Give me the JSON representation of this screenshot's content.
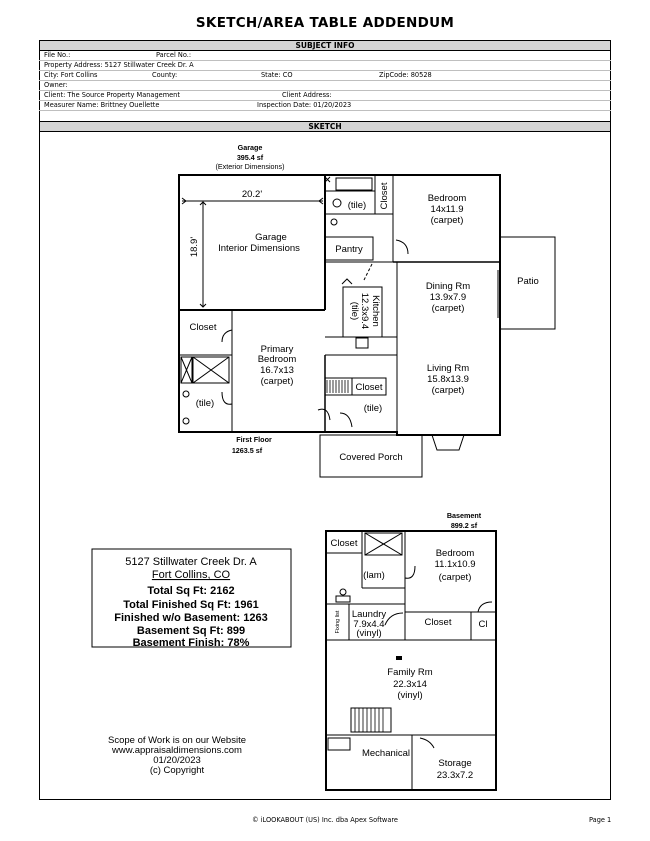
{
  "page_title": "SKETCH/AREA TABLE ADDENDUM",
  "subject_info": {
    "header": "SUBJECT INFO",
    "file_no": "File No.:",
    "parcel_no": "Parcel No.:",
    "property_address": "Property Address: 5127 Stillwater Creek Dr. A",
    "city": "City: Fort Collins",
    "county": "County:",
    "state": "State: CO",
    "zipcode": "ZipCode: 80528",
    "owner": "Owner:",
    "client": "Client: The Source Property Management",
    "client_address": "Client Address:",
    "measurer": "Measurer Name: Brittney Ouellette",
    "inspection_date": "Inspection Date: 01/20/2023"
  },
  "sketch_header": "SKETCH",
  "first_floor": {
    "garage_label": "Garage",
    "garage_area": "395.4 sf",
    "garage_note": "(Exterior Dimensions)",
    "garage_width": "20.2'",
    "garage_depth": "18.9'",
    "garage_name": "Garage",
    "garage_interior": "Interior Dimensions",
    "bedroom": "Bedroom",
    "bedroom_dims": "14x11.9",
    "bedroom_floor": "(carpet)",
    "bath_tile": "(tile)",
    "closet_vertical": "Closet",
    "pantry": "Pantry",
    "patio": "Patio",
    "dining": "Dining Rm",
    "dining_dims": "13.9x7.9",
    "dining_floor": "(carpet)",
    "kitchen": "Kitchen",
    "kitchen_dims": "12.3x9.4",
    "kitchen_floor": "(tile)",
    "closet_primary": "Closet",
    "primary_1": "Primary",
    "primary_2": "Bedroom",
    "primary_dims": "16.7x13",
    "primary_floor": "(carpet)",
    "primary_bath_tile": "(tile)",
    "living": "Living Rm",
    "living_dims": "15.8x13.9",
    "living_floor": "(carpet)",
    "closet_stair": "Closet",
    "entry_tile": "(tile)",
    "covered_porch": "Covered Porch",
    "floor_label": "First Floor",
    "floor_area": "1263.5 sf"
  },
  "basement": {
    "label": "Basement",
    "area": "899.2 sf",
    "closet": "Closet",
    "bath_lam": "(lam)",
    "bedroom": "Bedroom",
    "bedroom_dims": "11.1x10.9",
    "bedroom_floor": "(carpet)",
    "laundry": "Laundry",
    "laundry_dims": "7.9x4.4",
    "laundry_floor": "(vinyl)",
    "fixing_list": "Fixing list",
    "closet2": "Closet",
    "cl": "Cl",
    "family": "Family Rm",
    "family_dims": "22.3x14",
    "family_floor": "(vinyl)",
    "mechanical": "Mechanical",
    "storage": "Storage",
    "storage_dims": "23.3x7.2"
  },
  "summary": {
    "address_line1": "5127 Stillwater Creek Dr. A",
    "address_line2": "Fort Collins, CO",
    "total_sqft": "Total Sq Ft:  2162",
    "total_finished": "Total Finished Sq Ft:  1961",
    "finished_wo_basement": "Finished w/o Basement:  1263",
    "basement_sqft": "Basement Sq Ft:  899",
    "basement_finish": "Basement Finish:  78%"
  },
  "scope": {
    "line1": "Scope of Work is on our Website",
    "line2": "www.appraisaldimensions.com",
    "line3": "01/20/2023",
    "line4": "(c) Copyright"
  },
  "footer": {
    "credit": "© iLOOKABOUT (US) Inc. dba Apex Software",
    "page": "Page 1"
  }
}
